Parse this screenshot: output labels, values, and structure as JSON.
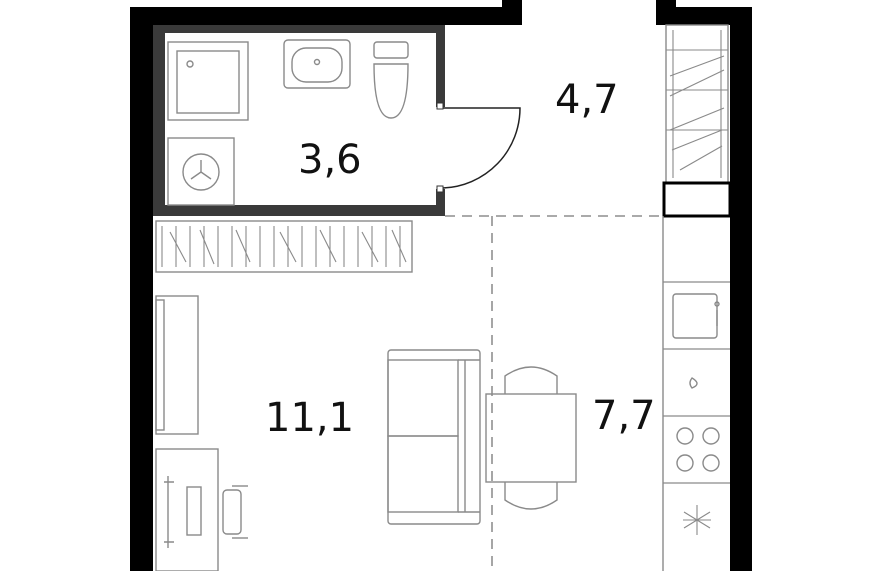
{
  "rooms": [
    {
      "id": "bathroom",
      "area": "3,6"
    },
    {
      "id": "hallway",
      "area": "4,7"
    },
    {
      "id": "living-room",
      "area": "11,1"
    },
    {
      "id": "kitchen",
      "area": "7,7"
    }
  ],
  "colors": {
    "wall": "#000000",
    "bathroom_wall": "#3a3a3a",
    "fixture": "#8a8a8a",
    "background": "#ffffff"
  }
}
